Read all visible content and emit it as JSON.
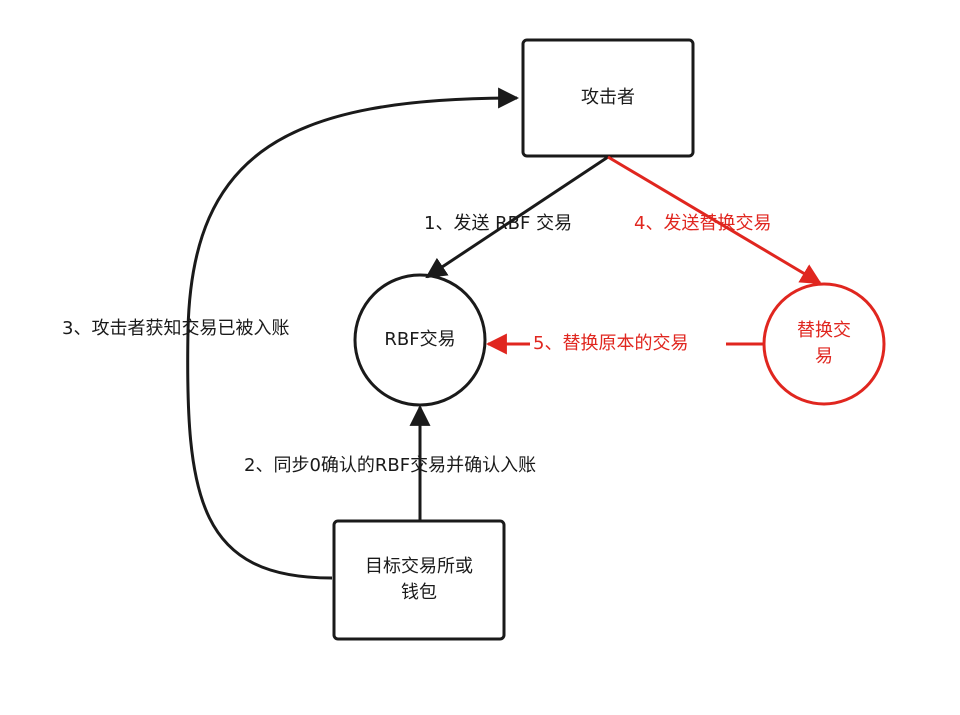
{
  "nodes": {
    "attacker": "攻击者",
    "rbf_tx": "RBF交易",
    "replacement_tx_line1": "替换交",
    "replacement_tx_line2": "易",
    "target_line1": "目标交易所或",
    "target_line2": "钱包"
  },
  "edges": {
    "step1": "1、发送 RBF 交易",
    "step2": "2、同步0确认的RBF交易并确认入账",
    "step3": "3、攻击者获知交易已被入账",
    "step4": "4、发送替换交易",
    "step5": "5、替换原本的交易"
  },
  "colors": {
    "black": "#1a1a1a",
    "red": "#e0261f"
  }
}
